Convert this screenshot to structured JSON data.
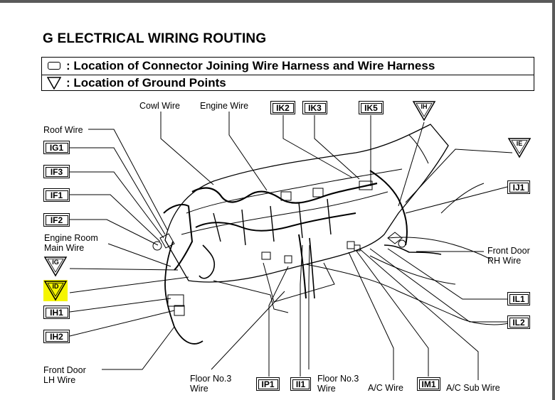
{
  "title": "G  ELECTRICAL WIRING ROUTING",
  "legend": {
    "connector_text": ": Location of Connector Joining Wire Harness and Wire Harness",
    "ground_text": ": Location of Ground Points"
  },
  "labels": {
    "cowl_wire": "Cowl Wire",
    "engine_wire": "Engine Wire",
    "roof_wire": "Roof Wire",
    "engine_room_main_wire_1": "Engine Room",
    "engine_room_main_wire_2": "Main Wire",
    "front_door_rh_1": "Front Door",
    "front_door_rh_2": "RH Wire",
    "front_door_lh_1": "Front Door",
    "front_door_lh_2": "LH Wire",
    "floor_no3_left_1": "Floor No.3",
    "floor_no3_left_2": "Wire",
    "floor_no3_right_1": "Floor No.3",
    "floor_no3_right_2": "Wire",
    "ac_wire": "A/C Wire",
    "ac_sub_wire": "A/C Sub Wire"
  },
  "connectors": {
    "IK2": "IK2",
    "IK3": "IK3",
    "IK5": "IK5",
    "IG1": "IG1",
    "IF3": "IF3",
    "IF1": "IF1",
    "IF2": "IF2",
    "IH1": "IH1",
    "IH2": "IH2",
    "IJ1": "IJ1",
    "IL1": "IL1",
    "IL2": "IL2",
    "IP1": "IP1",
    "II1": "II1",
    "IM1": "IM1"
  },
  "grounds": {
    "IH": "IH",
    "IE": "IE",
    "IG": "IG",
    "ID": "ID"
  },
  "highlight_color": "#f5f500"
}
